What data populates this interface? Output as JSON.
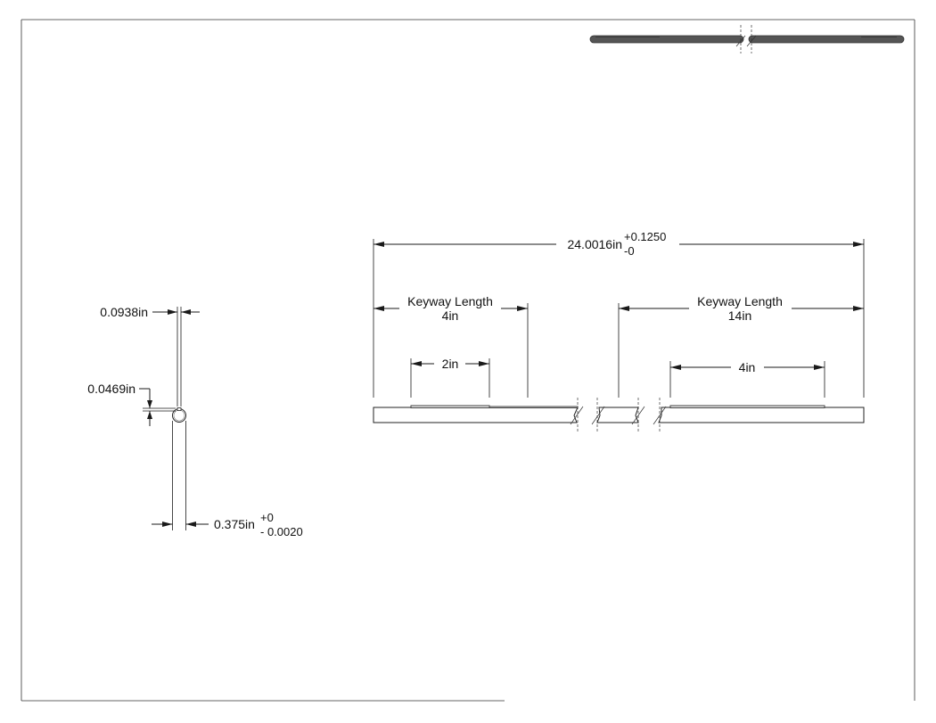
{
  "overall_length": {
    "value": "24.0016in",
    "tol_plus": "+0.1250",
    "tol_minus": "-0"
  },
  "keyway_left": {
    "label": "Keyway Length",
    "value": "4in",
    "offset": "2in"
  },
  "keyway_right": {
    "label": "Keyway Length",
    "value": "14in",
    "offset": "4in"
  },
  "section": {
    "keyway_width": "0.0938in",
    "keyway_depth": "0.0469in",
    "diameter": {
      "value": "0.375in",
      "tol_plus": "+0",
      "tol_minus": "- 0.0020"
    }
  },
  "colors": {
    "line": "#1a1a1a",
    "shaft_preview": "#555555",
    "keyway_fill": "#e8e8e8"
  }
}
